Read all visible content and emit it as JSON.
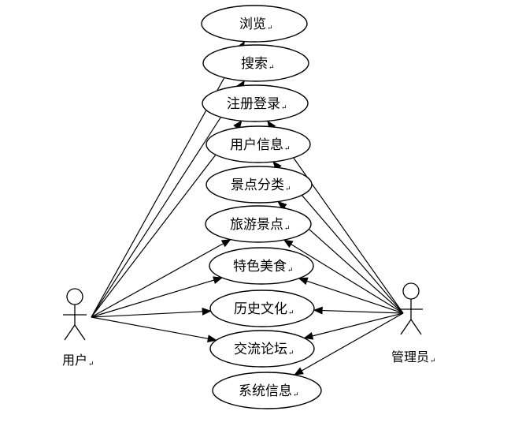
{
  "diagram": {
    "actors": [
      {
        "id": "user",
        "label": "用户"
      },
      {
        "id": "admin",
        "label": "管理员"
      }
    ],
    "use_cases": [
      {
        "id": "browse",
        "label": "浏览"
      },
      {
        "id": "search",
        "label": "搜索"
      },
      {
        "id": "register_login",
        "label": "注册登录"
      },
      {
        "id": "user_info",
        "label": "用户信息"
      },
      {
        "id": "scenic_category",
        "label": "景点分类"
      },
      {
        "id": "tourist_spots",
        "label": "旅游景点"
      },
      {
        "id": "special_food",
        "label": "特色美食"
      },
      {
        "id": "history_culture",
        "label": "历史文化"
      },
      {
        "id": "forum",
        "label": "交流论坛"
      },
      {
        "id": "system_info",
        "label": "系统信息"
      }
    ],
    "associations": [
      {
        "from": "user",
        "to": "browse"
      },
      {
        "from": "user",
        "to": "search"
      },
      {
        "from": "user",
        "to": "register_login"
      },
      {
        "from": "user",
        "to": "tourist_spots"
      },
      {
        "from": "user",
        "to": "special_food"
      },
      {
        "from": "user",
        "to": "history_culture"
      },
      {
        "from": "user",
        "to": "forum"
      },
      {
        "from": "admin",
        "to": "register_login"
      },
      {
        "from": "admin",
        "to": "user_info"
      },
      {
        "from": "admin",
        "to": "scenic_category"
      },
      {
        "from": "admin",
        "to": "tourist_spots"
      },
      {
        "from": "admin",
        "to": "special_food"
      },
      {
        "from": "admin",
        "to": "history_culture"
      },
      {
        "from": "admin",
        "to": "forum"
      },
      {
        "from": "admin",
        "to": "system_info"
      }
    ]
  }
}
